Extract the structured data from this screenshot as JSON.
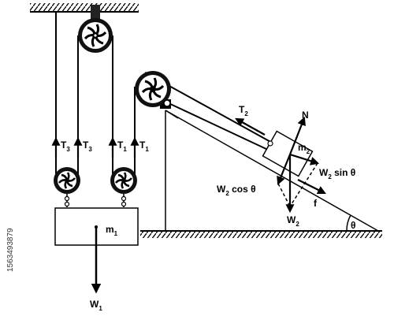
{
  "labels": {
    "t3_left": {
      "base": "T",
      "sub": "3"
    },
    "t3_right": {
      "base": "T",
      "sub": "3"
    },
    "t1_left": {
      "base": "T",
      "sub": "1"
    },
    "t1_right": {
      "base": "T",
      "sub": "1"
    },
    "t2": {
      "base": "T",
      "sub": "2"
    },
    "normal": "N",
    "m2": {
      "base": "m",
      "sub": "2"
    },
    "m1": {
      "base": "m",
      "sub": "1"
    },
    "w2_sin": {
      "base": "W",
      "sub": "2",
      "tail": " sin θ"
    },
    "w2_cos": {
      "base": "W",
      "sub": "2",
      "tail": " cos θ"
    },
    "w2": {
      "base": "W",
      "sub": "2"
    },
    "friction": "f",
    "w1": {
      "base": "W",
      "sub": "1"
    },
    "theta": "θ"
  },
  "stock_id": "1563493879",
  "colors": {
    "ink": "#000000",
    "background": "#ffffff"
  }
}
